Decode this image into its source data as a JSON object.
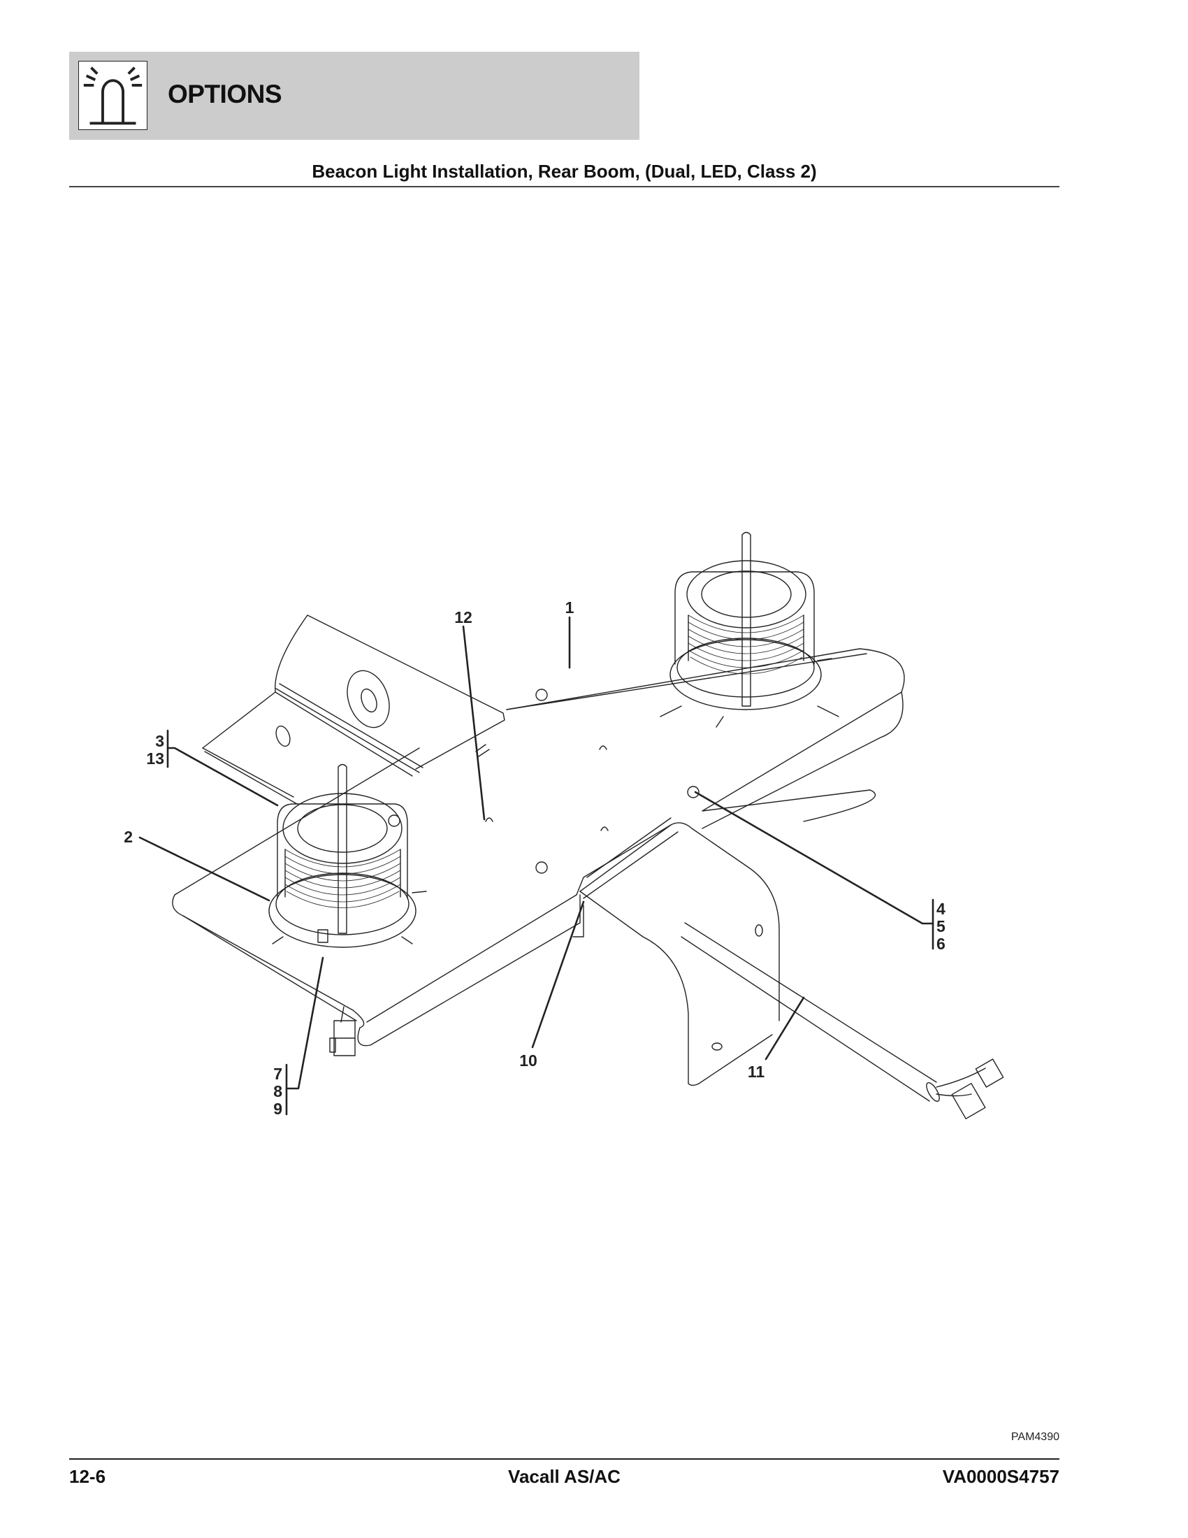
{
  "header": {
    "section_title": "OPTIONS",
    "icon": "beacon-light-icon",
    "background_color": "#cccccc"
  },
  "subtitle": "Beacon Light Installation, Rear Boom, (Dual, LED, Class 2)",
  "diagram": {
    "callouts": {
      "c1": "1",
      "c2": "2",
      "c3": "3",
      "c13": "13",
      "c4": "4",
      "c5": "5",
      "c6": "6",
      "c7": "7",
      "c8": "8",
      "c9": "9",
      "c10": "10",
      "c11": "11",
      "c12": "12"
    },
    "figure_id": "PAM4390"
  },
  "footer": {
    "page_number": "12-6",
    "model": "Vacall AS/AC",
    "document_id": "VA0000S4757"
  }
}
